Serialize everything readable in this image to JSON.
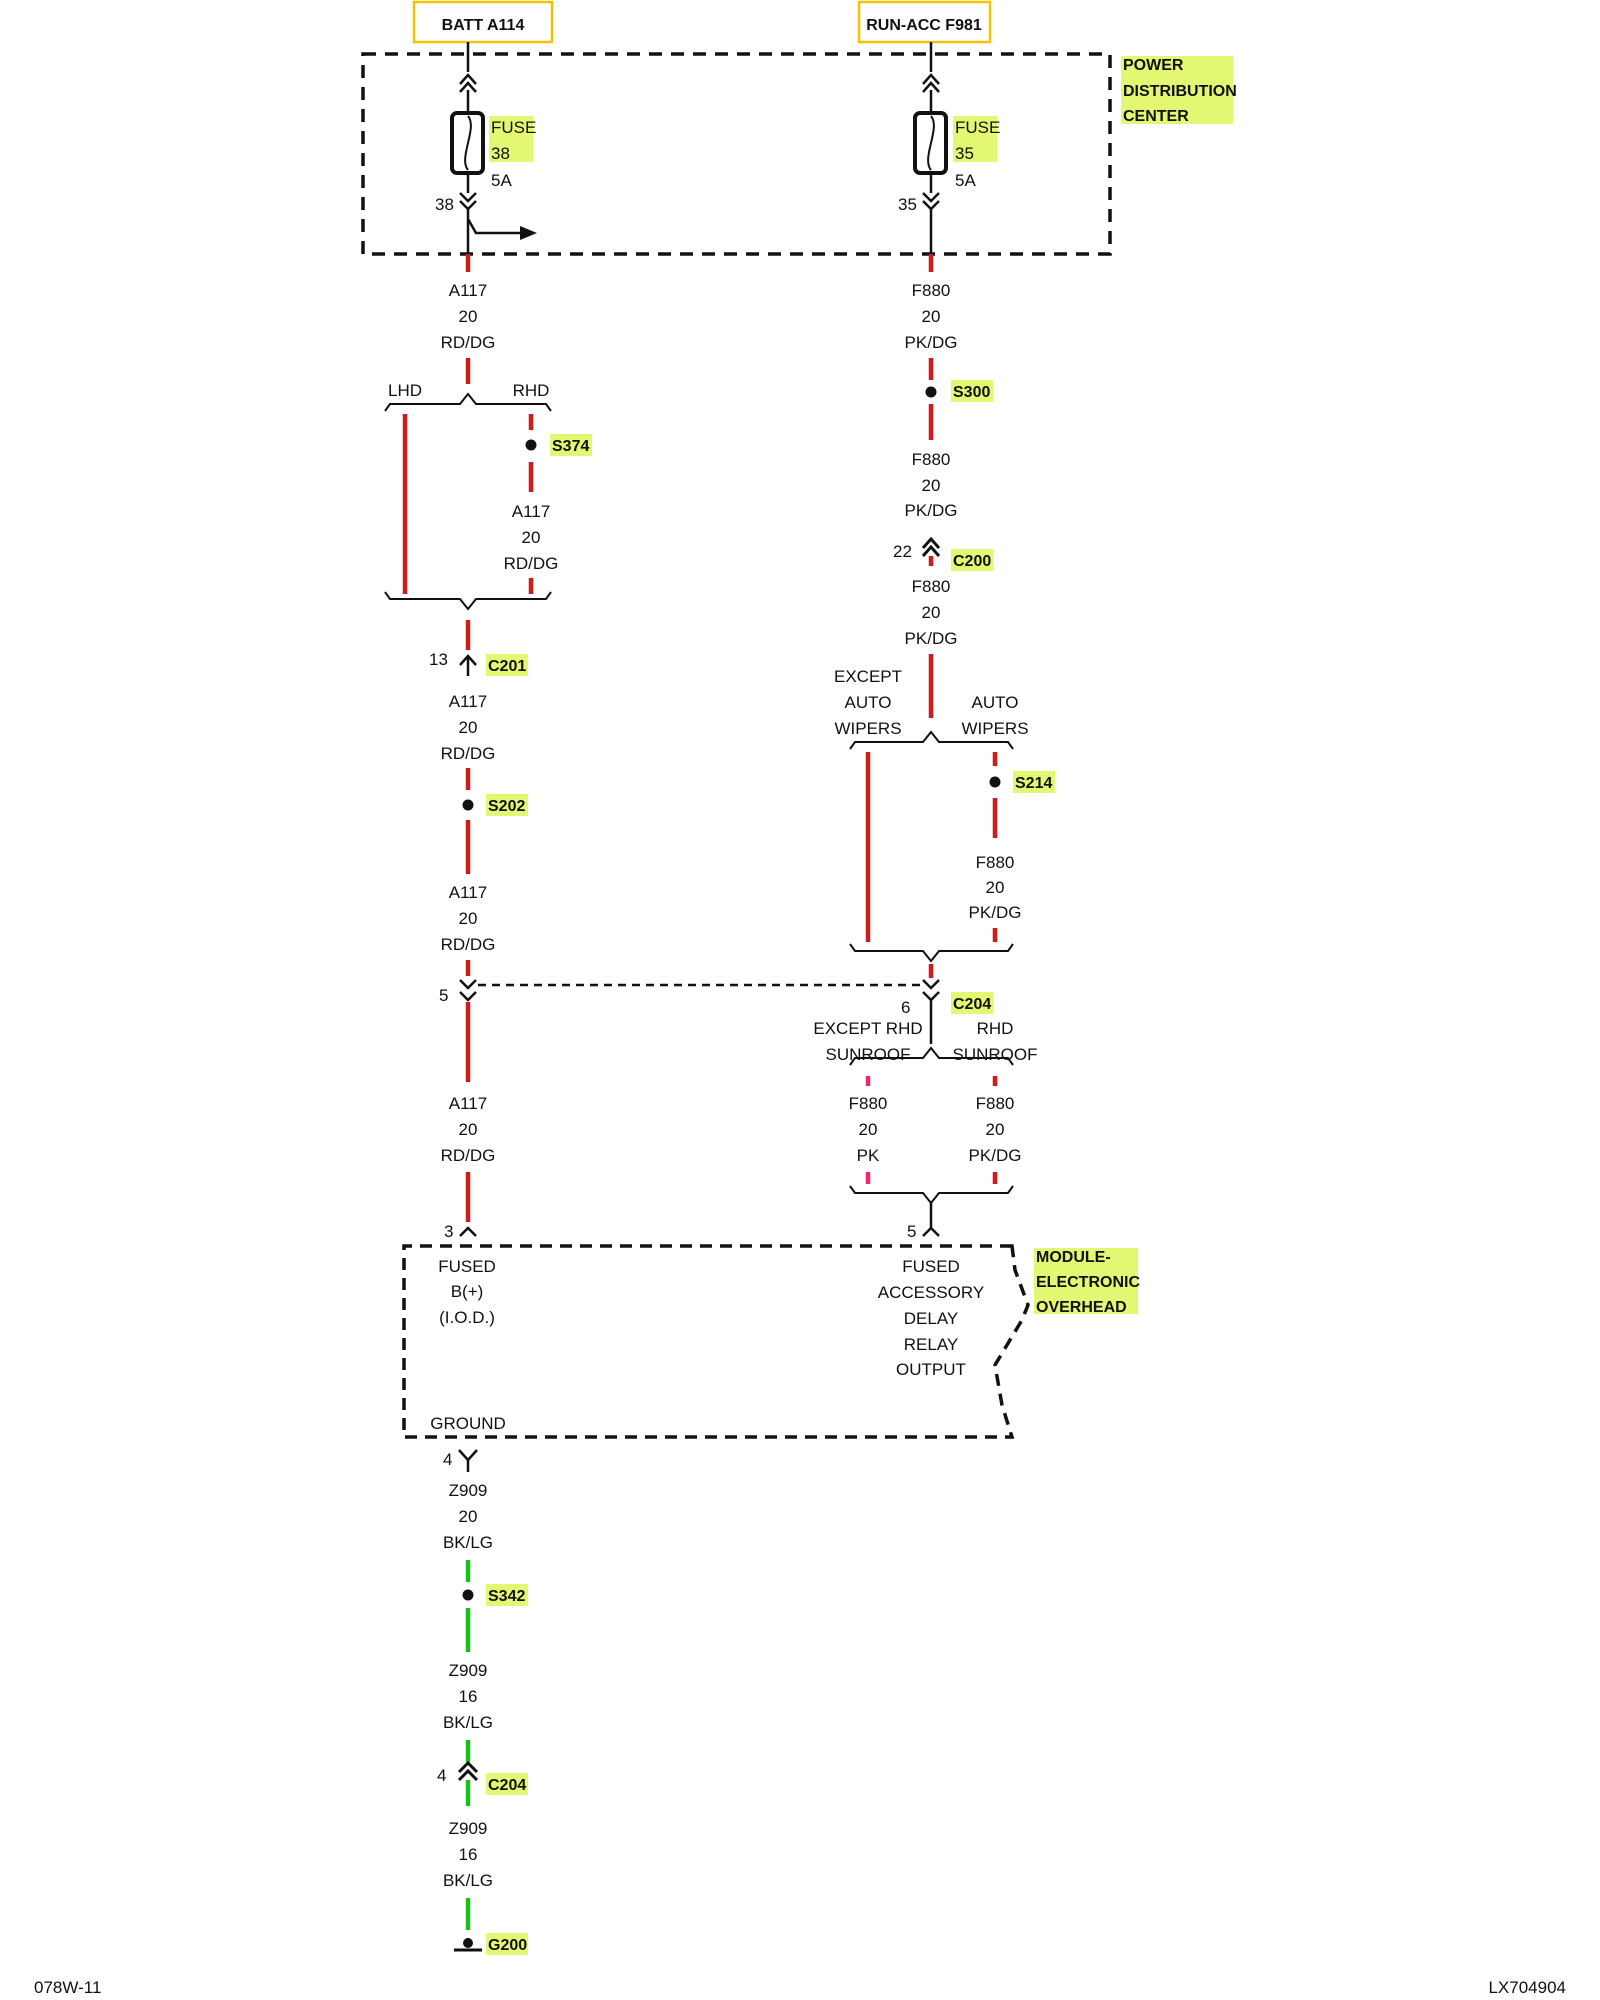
{
  "sources": {
    "left": "BATT A114",
    "right": "RUN-ACC F981"
  },
  "pdc": {
    "title_l1": "POWER",
    "title_l2": "DISTRIBUTION",
    "title_l3": "CENTER"
  },
  "fuse_left": {
    "word": "FUSE",
    "num": "38",
    "amp": "5A",
    "pin": "38"
  },
  "fuse_right": {
    "word": "FUSE",
    "num": "35",
    "amp": "5A",
    "pin": "35"
  },
  "wire_a117": {
    "circuit": "A117",
    "gauge": "20",
    "color": "RD/DG"
  },
  "wire_f880": {
    "circuit": "F880",
    "gauge": "20",
    "color": "PK/DG"
  },
  "wire_f880_pk": {
    "circuit": "F880",
    "gauge": "20",
    "color": "PK"
  },
  "wire_z909_20": {
    "circuit": "Z909",
    "gauge": "20",
    "color": "BK/LG"
  },
  "wire_z909_16": {
    "circuit": "Z909",
    "gauge": "16",
    "color": "BK/LG"
  },
  "options": {
    "lhd": "LHD",
    "rhd": "RHD",
    "except": "EXCEPT",
    "auto": "AUTO",
    "wipers": "WIPERS",
    "except_rhd": "EXCEPT RHD",
    "sunroof": "SUNROOF"
  },
  "splices": {
    "s374": "S374",
    "s300": "S300",
    "s202": "S202",
    "s214": "S214",
    "s342": "S342"
  },
  "connectors": {
    "c201": "C201",
    "c201_pin": "13",
    "c200": "C200",
    "c200_pin": "22",
    "c204": "C204",
    "c204_pin_left": "5",
    "c204_pin_right": "6",
    "c204_pin_ground": "4"
  },
  "ground": {
    "id": "G200"
  },
  "module": {
    "name_l1": "MODULE-",
    "name_l2": "ELECTRONIC",
    "name_l3": "OVERHEAD",
    "pin_left": "3",
    "pin_right": "5",
    "pin_ground": "4",
    "in_left_l1": "FUSED",
    "in_left_l2": "B(+)",
    "in_left_l3": "(I.O.D.)",
    "in_right_l1": "FUSED",
    "in_right_l2": "ACCESSORY",
    "in_right_l3": "DELAY",
    "in_right_l4": "RELAY",
    "in_right_l5": "OUTPUT",
    "ground_label": "GROUND"
  },
  "footer": {
    "left": "078W-11",
    "right": "LX704904"
  },
  "colors": {
    "wire_red": "#d01c1c",
    "wire_pink": "#f0286e",
    "wire_green": "#18c018",
    "highlight": "#e3f772",
    "source_box": "#f2c300",
    "line": "#111111"
  }
}
